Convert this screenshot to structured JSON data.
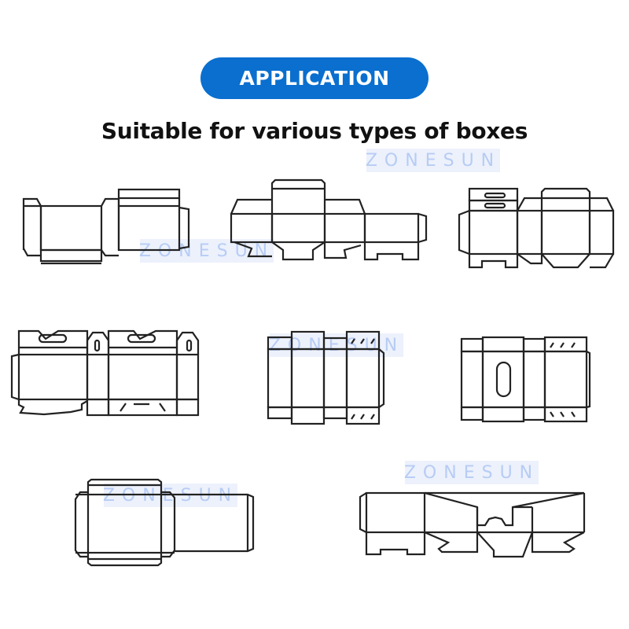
{
  "header": {
    "badge_label": "APPLICATION",
    "subtitle": "Suitable for various types of boxes",
    "accent_color": "#0a6fcf"
  },
  "watermark": {
    "text": "ZONESUN"
  },
  "box_diagrams": [
    {
      "id": 1,
      "type": "tuck-end box dieline (flat)"
    },
    {
      "id": 2,
      "type": "crash-lock bottom box dieline"
    },
    {
      "id": 3,
      "type": "box dieline with hang tab slots"
    },
    {
      "id": 4,
      "type": "gable handle carry box dieline"
    },
    {
      "id": 5,
      "type": "sleeve box with window flaps"
    },
    {
      "id": 6,
      "type": "box with oval window"
    },
    {
      "id": 7,
      "type": "straight tuck box dieline"
    },
    {
      "id": 8,
      "type": "display box with front cutout"
    }
  ]
}
